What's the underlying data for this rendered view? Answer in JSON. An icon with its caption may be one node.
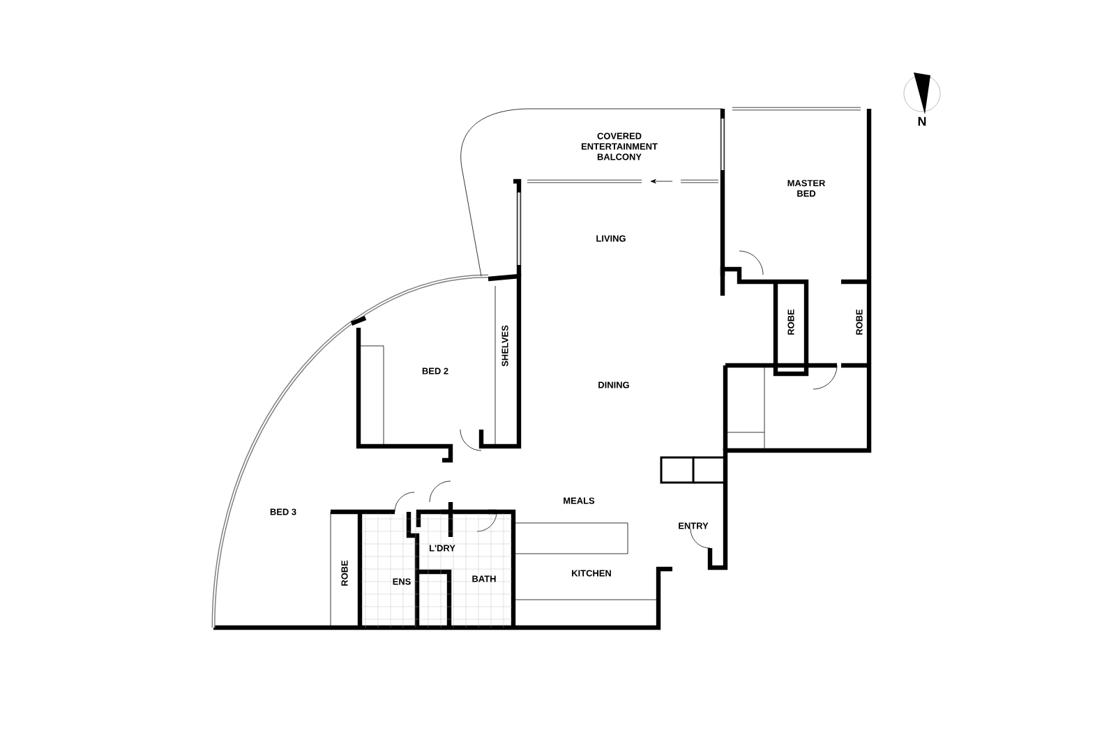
{
  "diagram": {
    "labels": [
      "N",
      "COVERED ENTERTAINMENT BALCONY",
      "MASTER BED",
      "LIVING",
      "ROBE",
      "ROBE",
      "BED 2",
      "SHELVES",
      "DINING",
      "MEALS",
      "BED 3",
      "ENTRY",
      "L'DRY",
      "ROBE",
      "ENS",
      "BATH",
      "KITCHEN"
    ]
  }
}
